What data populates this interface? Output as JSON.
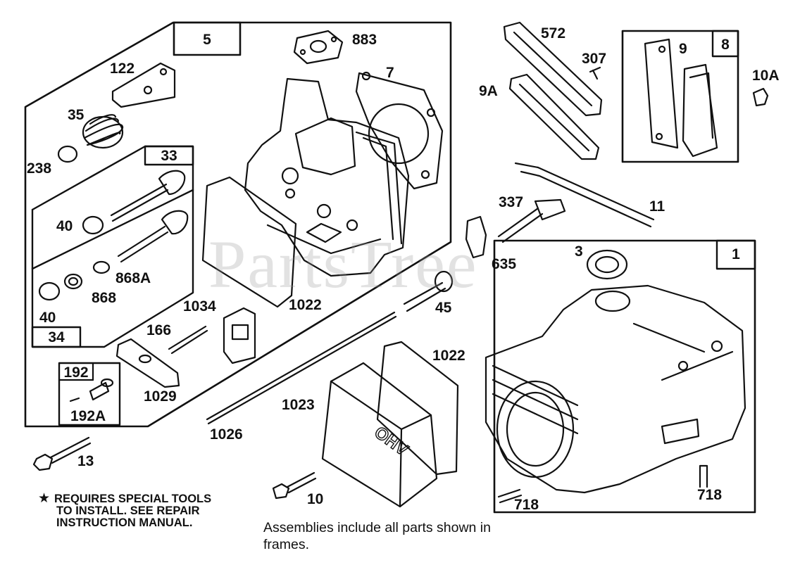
{
  "watermark": "PartsTree",
  "frames": {
    "f5": "5",
    "f33": "33",
    "f34": "34",
    "f192": "192",
    "f8": "8",
    "f1": "1"
  },
  "labels": {
    "l883": "883",
    "l7": "7",
    "l122": "122",
    "l35": "35",
    "l238": "238",
    "l40a": "40",
    "l40b": "40",
    "l868a": "868A",
    "l868": "868",
    "l1034": "1034",
    "l1022a": "1022",
    "l166": "166",
    "l1029": "1029",
    "l192a": "192A",
    "l13": "13",
    "l572": "572",
    "l307": "307",
    "l9a": "9A",
    "l9": "9",
    "l10a": "10A",
    "l11": "11",
    "l337": "337",
    "l635": "635",
    "l45": "45",
    "l3": "3",
    "l1022b": "1022",
    "l1023": "1023",
    "l1026": "1026",
    "l10": "10",
    "l718a": "718",
    "l718b": "718",
    "ohv": "OHV"
  },
  "note": {
    "star": "★",
    "line1": "REQUIRES SPECIAL TOOLS",
    "line2": "TO INSTALL.  SEE REPAIR",
    "line3": "INSTRUCTION MANUAL."
  },
  "footer": {
    "line1": "Assemblies include all parts shown in",
    "line2": "frames."
  }
}
